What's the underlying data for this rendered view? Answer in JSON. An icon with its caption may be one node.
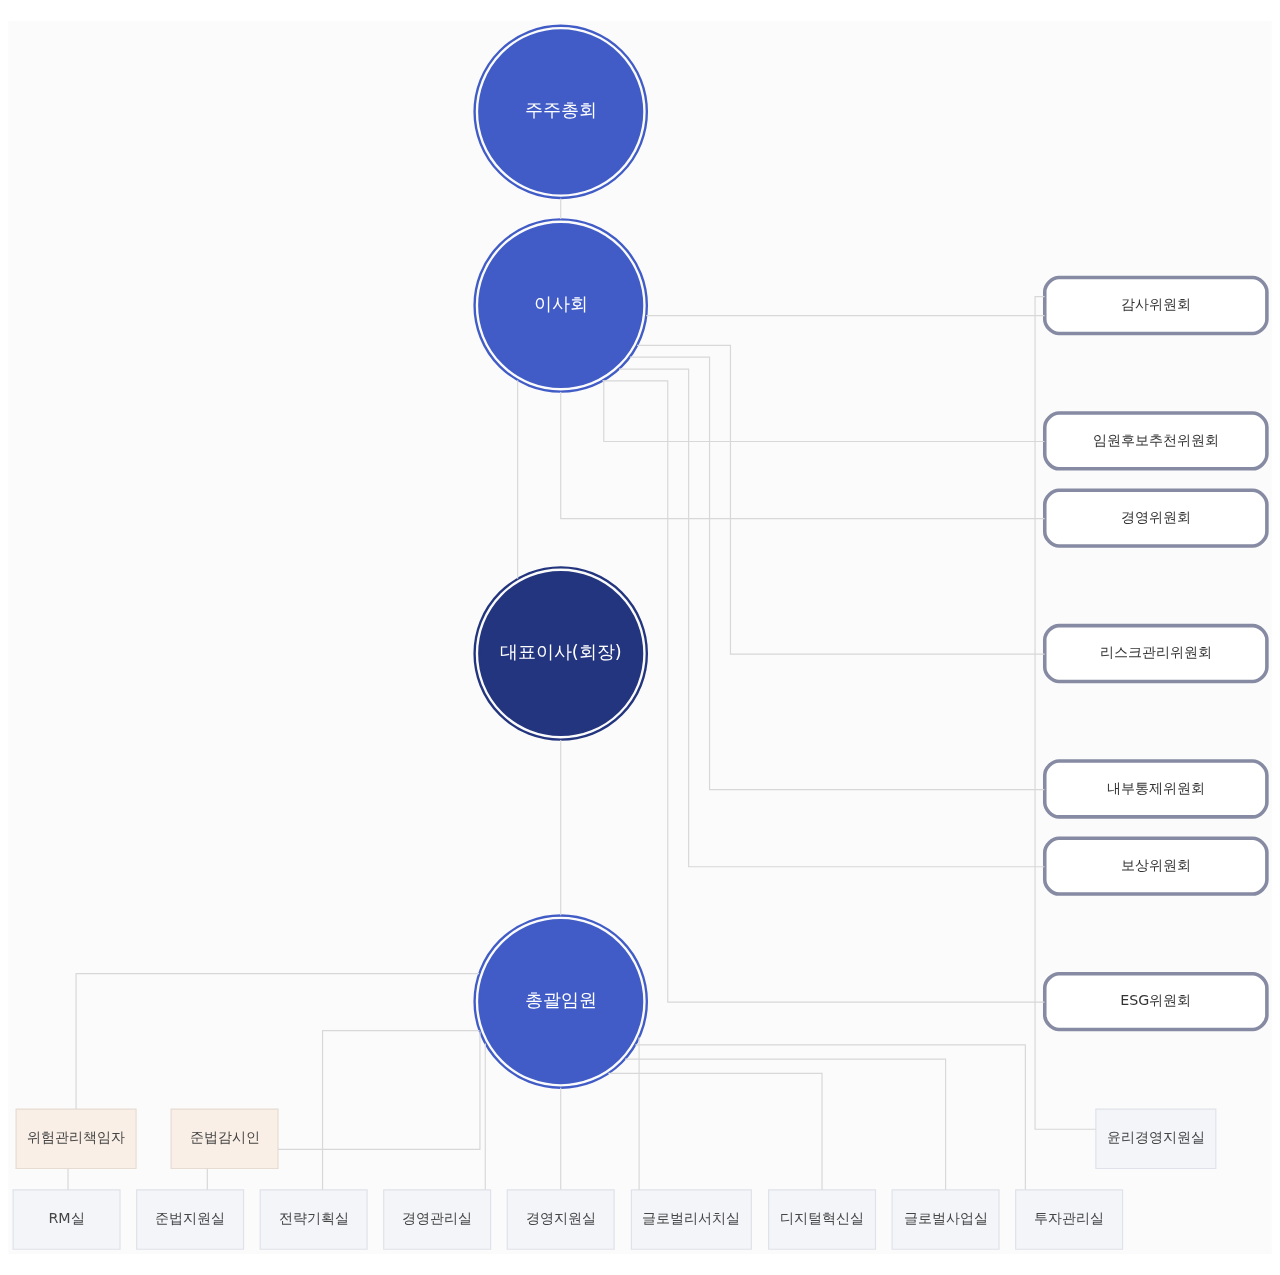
{
  "diagram": {
    "nodes": [
      {
        "text": [
          "주주총회"
        ]
      },
      {
        "text": [
          "이사회"
        ]
      },
      {
        "text": [
          "대표이사(회장)"
        ]
      },
      {
        "text": [
          "총괄임원"
        ]
      },
      {
        "text": [
          "감사위원회"
        ]
      },
      {
        "text": [
          "임원후보추천위원회"
        ]
      },
      {
        "text": [
          "경영위원회"
        ]
      },
      {
        "text": [
          "리스크관리위원회"
        ]
      },
      {
        "text": [
          "내부통제위원회"
        ]
      },
      {
        "text": [
          "보상위원회"
        ]
      },
      {
        "text": [
          "ESG위원회"
        ]
      },
      {
        "text": [
          "윤리경영지원실"
        ]
      },
      {
        "text": [
          "위험관리책임자"
        ]
      },
      {
        "text": [
          "준법감시인"
        ]
      },
      {
        "text": [
          "전략기획실"
        ]
      },
      {
        "text": [
          "경영관리실"
        ]
      },
      {
        "text": [
          "경영지원실"
        ]
      },
      {
        "text": [
          "RM실"
        ]
      },
      {
        "text": [
          "준법지원실"
        ]
      },
      {
        "text": [
          "글로벌리서치실"
        ]
      },
      {
        "text": [
          "디지털혁신실"
        ]
      },
      {
        "text": [
          "글로벌사업실"
        ]
      },
      {
        "text": [
          "투자관리실"
        ]
      }
    ],
    "edges": [
      {
        "from": 0,
        "to": 1,
        "arrow": "none"
      },
      {
        "from": 1,
        "to": 2,
        "arrow": "none"
      },
      {
        "from": 2,
        "to": 3,
        "arrow": "none"
      },
      {
        "from": 1,
        "to": 4,
        "arrow": "none"
      },
      {
        "from": 1,
        "to": 5,
        "arrow": "none"
      },
      {
        "from": 1,
        "to": 6,
        "arrow": "none"
      },
      {
        "from": 1,
        "to": 7,
        "arrow": "none"
      },
      {
        "from": 1,
        "to": 8,
        "arrow": "none"
      },
      {
        "from": 1,
        "to": 9,
        "arrow": "none"
      },
      {
        "from": 1,
        "to": 10,
        "arrow": "none"
      },
      {
        "from": 4,
        "to": 11,
        "arrow": "none"
      },
      {
        "from": 3,
        "to": 14,
        "arrow": "none"
      },
      {
        "from": 3,
        "to": 15,
        "arrow": "none"
      },
      {
        "from": 3,
        "to": 16,
        "arrow": "none"
      },
      {
        "from": 3,
        "to": 12,
        "arrow": "none"
      },
      {
        "from": 12,
        "to": 17,
        "arrow": "none"
      },
      {
        "from": 3,
        "to": 13,
        "arrow": "none"
      },
      {
        "from": 13,
        "to": 18,
        "arrow": "none"
      },
      {
        "from": 3,
        "to": 19,
        "arrow": "none"
      },
      {
        "from": 3,
        "to": 20,
        "arrow": "none"
      },
      {
        "from": 3,
        "to": 21,
        "arrow": "none"
      },
      {
        "from": 3,
        "to": 22,
        "arrow": "none"
      }
    ]
  }
}
